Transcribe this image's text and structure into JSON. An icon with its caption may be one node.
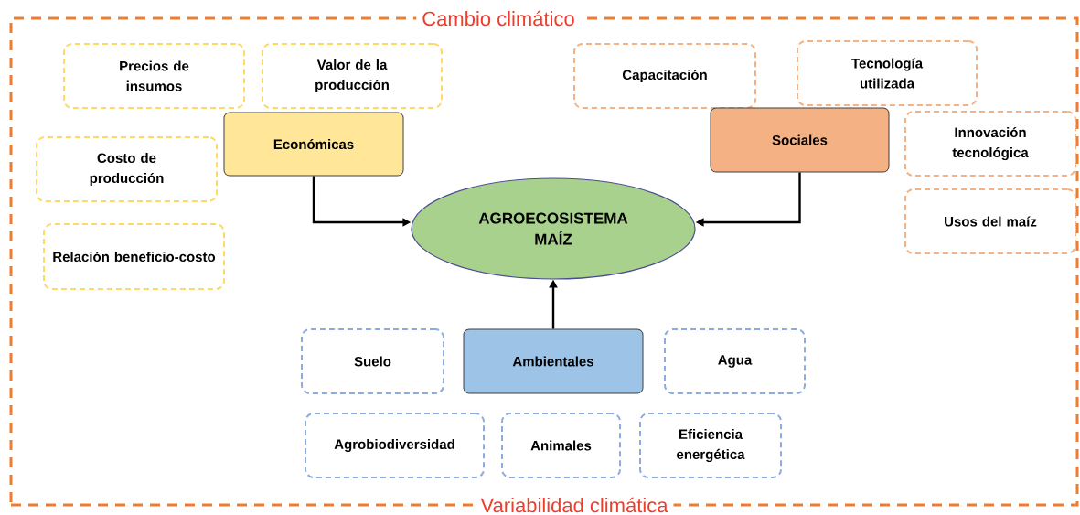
{
  "diagram": {
    "nodes": [
      {
        "text": [
          "Cambio climático",
          "Variabilidad climática"
        ]
      },
      {
        "text": [
          "Precios de insumos"
        ],
        "in": 0
      },
      {
        "text": [
          "Valor de la producción"
        ],
        "in": 0
      },
      {
        "text": [
          "Capacitación"
        ],
        "in": 0
      },
      {
        "text": [
          "Tecnología utilizada"
        ],
        "in": 0
      },
      {
        "text": [
          "Económicas"
        ],
        "in": 0
      },
      {
        "text": [
          "Costo de producción"
        ],
        "in": 0
      },
      {
        "text": [
          "Sociales"
        ],
        "in": 0
      },
      {
        "text": [
          "Innovación tecnológica"
        ],
        "in": 0
      },
      {
        "text": [
          "AGROECOSISTEMA MAÍZ"
        ],
        "in": 0
      },
      {
        "text": [
          "Usos del maíz"
        ],
        "in": 0
      },
      {
        "text": [
          "Relación beneficio-costo"
        ],
        "in": 0
      },
      {
        "text": [
          "Suelo"
        ],
        "in": 0
      },
      {
        "text": [
          "Ambientales"
        ],
        "in": 0
      },
      {
        "text": [
          "Agua"
        ],
        "in": 0
      },
      {
        "text": [
          "Agrobiodiversidad"
        ],
        "in": 0
      },
      {
        "text": [
          "Animales"
        ],
        "in": 0
      },
      {
        "text": [
          "Eficiencia energética"
        ],
        "in": 0
      }
    ],
    "edges": [
      {
        "from": 5,
        "to": 9,
        "arrow": "to"
      },
      {
        "from": 7,
        "to": 9,
        "arrow": "to"
      },
      {
        "from": 13,
        "to": 9,
        "arrow": "to"
      }
    ]
  }
}
